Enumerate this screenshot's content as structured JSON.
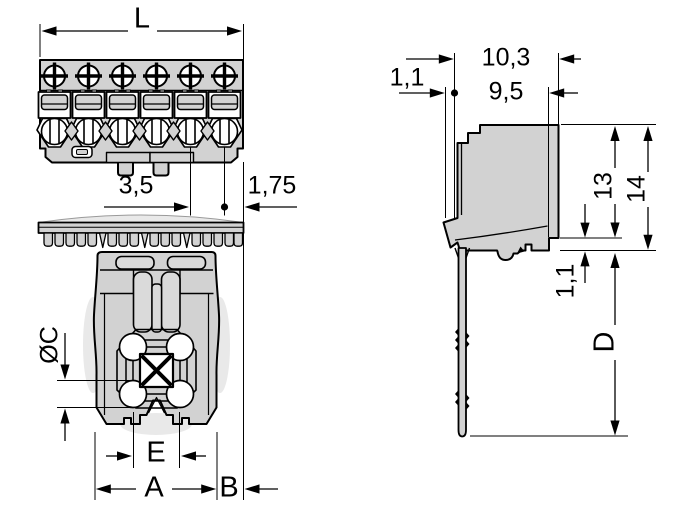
{
  "colors": {
    "background": "#ffffff",
    "body_fill": "#d2d2d2",
    "inner_fill": "#dadada",
    "halo_fill": "#e9e9e9",
    "line": "#000000"
  },
  "dimensions": {
    "front": {
      "overall_width": "L",
      "pole_pitch": "3,5",
      "edge_offset": "1,75"
    },
    "bottom": {
      "hole_diameter": "ØC",
      "notch_width": "E",
      "body_width": "A",
      "side_offset": "B"
    },
    "side": {
      "pin_setback": "1,1",
      "depth_total": "10,3",
      "depth_body": "9,5",
      "height_upper": "13",
      "height_total": "14",
      "ledge_height": "1,1",
      "pin_length": "D"
    }
  }
}
